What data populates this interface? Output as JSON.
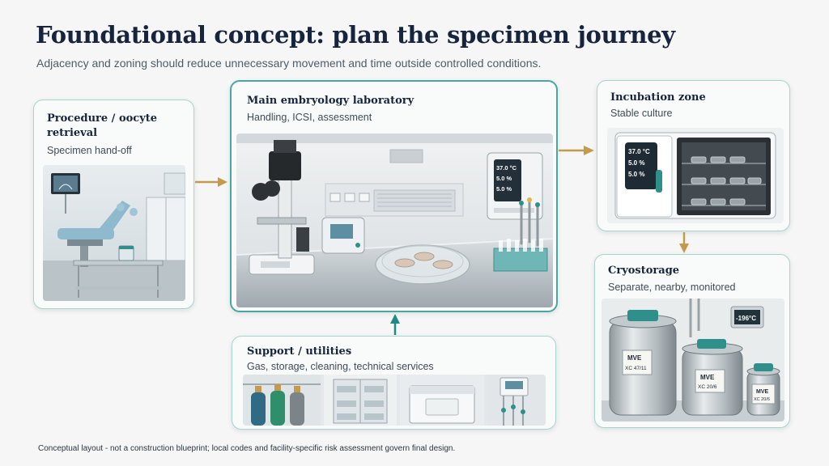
{
  "title": "Foundational concept: plan the specimen journey",
  "subtitle": "Adjacency and zoning should reduce unnecessary movement and time outside controlled conditions.",
  "zones": {
    "procedure": {
      "title_line1": "Procedure / oocyte",
      "title_line2": "retrieval",
      "subtitle": "Specimen hand-off"
    },
    "main_lab": {
      "title": "Main embryology laboratory",
      "subtitle": "Handling, ICSI, assessment",
      "display_readings": [
        "37.0 °C",
        "5.0 %",
        "5.0 %"
      ]
    },
    "incubation": {
      "title": "Incubation zone",
      "subtitle": "Stable culture",
      "display_readings": [
        "37.0 °C",
        "5.0 %",
        "5.0 %"
      ]
    },
    "cryostorage": {
      "title": "Cryostorage",
      "subtitle": "Separate, nearby, monitored",
      "monitor_reading": "-196°C",
      "dewar_labels": [
        {
          "line1": "MVE",
          "line2": "XC 47/11"
        },
        {
          "line1": "MVE",
          "line2": "XC 20/6"
        },
        {
          "line1": "MVE",
          "line2": "XC 20/6"
        }
      ]
    },
    "support": {
      "title": "Support / utilities",
      "subtitle": "Gas, storage, cleaning, technical services"
    }
  },
  "flow_arrows": [
    {
      "from": "procedure",
      "to": "main_lab"
    },
    {
      "from": "main_lab",
      "to": "incubation"
    },
    {
      "from": "incubation",
      "to": "cryostorage"
    },
    {
      "from": "support",
      "to": "main_lab"
    }
  ],
  "colors": {
    "flow_arrow": "#c49a4c",
    "support_arrow": "#1f8a84",
    "card_border": "#a9d3cf",
    "main_card_border": "#4aa6a0",
    "title": "#17243d"
  },
  "footnote": "Conceptual layout - not a construction blueprint; local codes and facility-specific risk assessment govern final design."
}
